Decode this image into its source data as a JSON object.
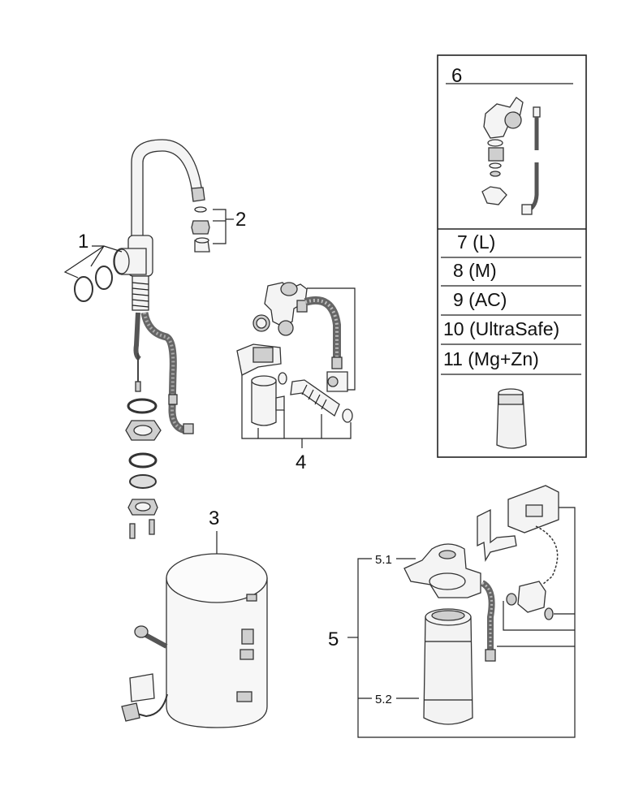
{
  "callouts": {
    "faucet_body": "1",
    "aerator": "2",
    "boiler": "3",
    "connection_set": "4",
    "filter_set": "5",
    "filter_head": "5.1",
    "filter_cartridge": "5.2",
    "valve_set": "6"
  },
  "filter_options": [
    "7 (L)",
    "8 (M)",
    "9 (AC)",
    "10 (UltraSafe)",
    "11 (Mg+Zn)"
  ],
  "colors": {
    "line": "#222222",
    "hose": "#8a8a8a",
    "part_fill": "#f4f4f4",
    "part_shade": "#cfcfcf"
  }
}
